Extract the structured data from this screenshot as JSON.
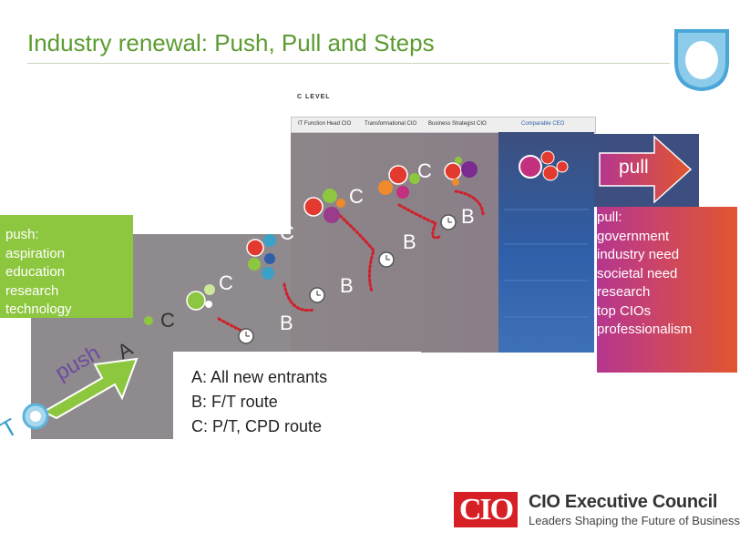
{
  "slide": {
    "title": "Industry renewal: Push, Pull and Steps"
  },
  "level_chart": {
    "header": "C LEVEL",
    "columns": [
      "IT Function Head CIO",
      "Transformational CIO",
      "Business Strategist CIO",
      "Comparable CEO"
    ]
  },
  "push": {
    "heading": "push:",
    "items": [
      "aspiration",
      "education",
      "research",
      "technology"
    ],
    "arrow_label": "push"
  },
  "pull": {
    "heading": "pull:",
    "items": [
      "government",
      "industry need",
      "societal need",
      "research",
      "top CIOs",
      "professionalism"
    ],
    "arrow_label": "pull"
  },
  "routes": {
    "letters": {
      "a": "A",
      "b": "B",
      "c": "C"
    },
    "legend": [
      "A: All new entrants",
      "B: F/T route",
      "C: P/T, CPD route"
    ]
  },
  "corner_letter": "T",
  "footer": {
    "logo_text": "CIO",
    "name": "CIO Executive Council",
    "tagline": "Leaders Shaping the Future of Business"
  },
  "colors": {
    "title": "#5b9b2f",
    "push_green": "#8dc63f",
    "pull_gradient_start": "#b5368f",
    "pull_gradient_end": "#e0562f",
    "route_dots": "#d0202a",
    "navy_panel": "#3d4f80",
    "blue_column": "#2f5fa8"
  }
}
